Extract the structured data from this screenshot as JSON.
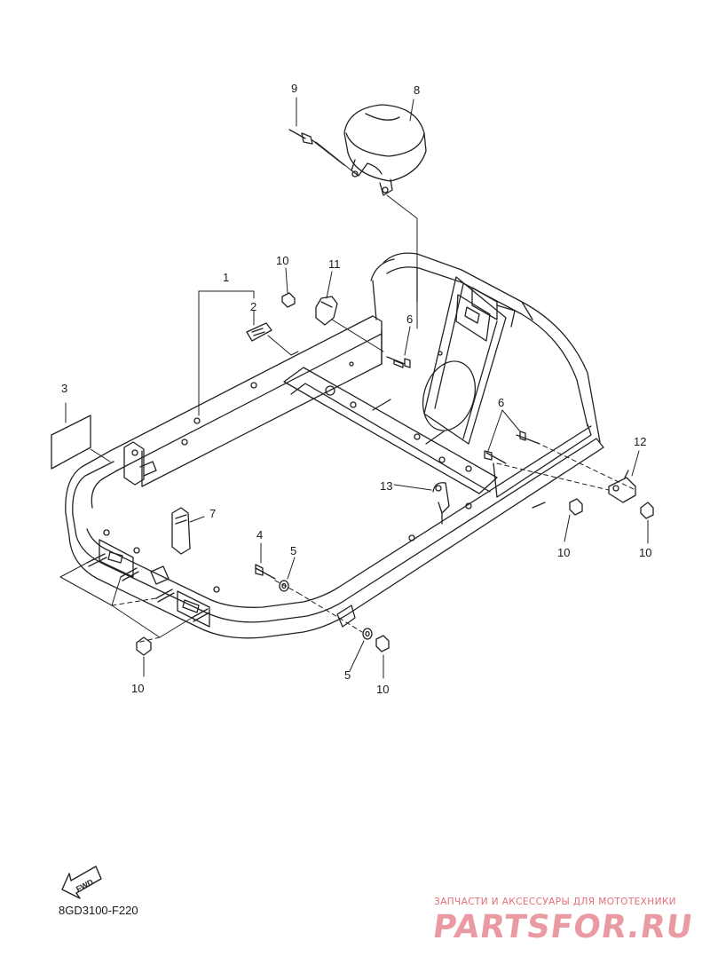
{
  "diagram": {
    "callouts": [
      {
        "id": "9",
        "label": "9"
      },
      {
        "id": "8",
        "label": "8"
      },
      {
        "id": "10a",
        "label": "10"
      },
      {
        "id": "11",
        "label": "11"
      },
      {
        "id": "1",
        "label": "1"
      },
      {
        "id": "2",
        "label": "2"
      },
      {
        "id": "6a",
        "label": "6"
      },
      {
        "id": "3",
        "label": "3"
      },
      {
        "id": "6b",
        "label": "6"
      },
      {
        "id": "12",
        "label": "12"
      },
      {
        "id": "13",
        "label": "13"
      },
      {
        "id": "7",
        "label": "7"
      },
      {
        "id": "4",
        "label": "4"
      },
      {
        "id": "5a",
        "label": "5"
      },
      {
        "id": "10b",
        "label": "10"
      },
      {
        "id": "10c",
        "label": "10"
      },
      {
        "id": "10d",
        "label": "10"
      },
      {
        "id": "5b",
        "label": "5"
      },
      {
        "id": "10e",
        "label": "10"
      }
    ],
    "fwd_label": "FWD",
    "drawing_code": "8GD3100-F220"
  },
  "watermark": {
    "tagline": "ЗАПЧАСТИ И АКСЕССУАРЫ ДЛЯ МОТОТЕХНИКИ",
    "logo": "PARTSFOR.RU"
  },
  "colors": {
    "line": "#222222",
    "watermark": "#e26d78"
  }
}
